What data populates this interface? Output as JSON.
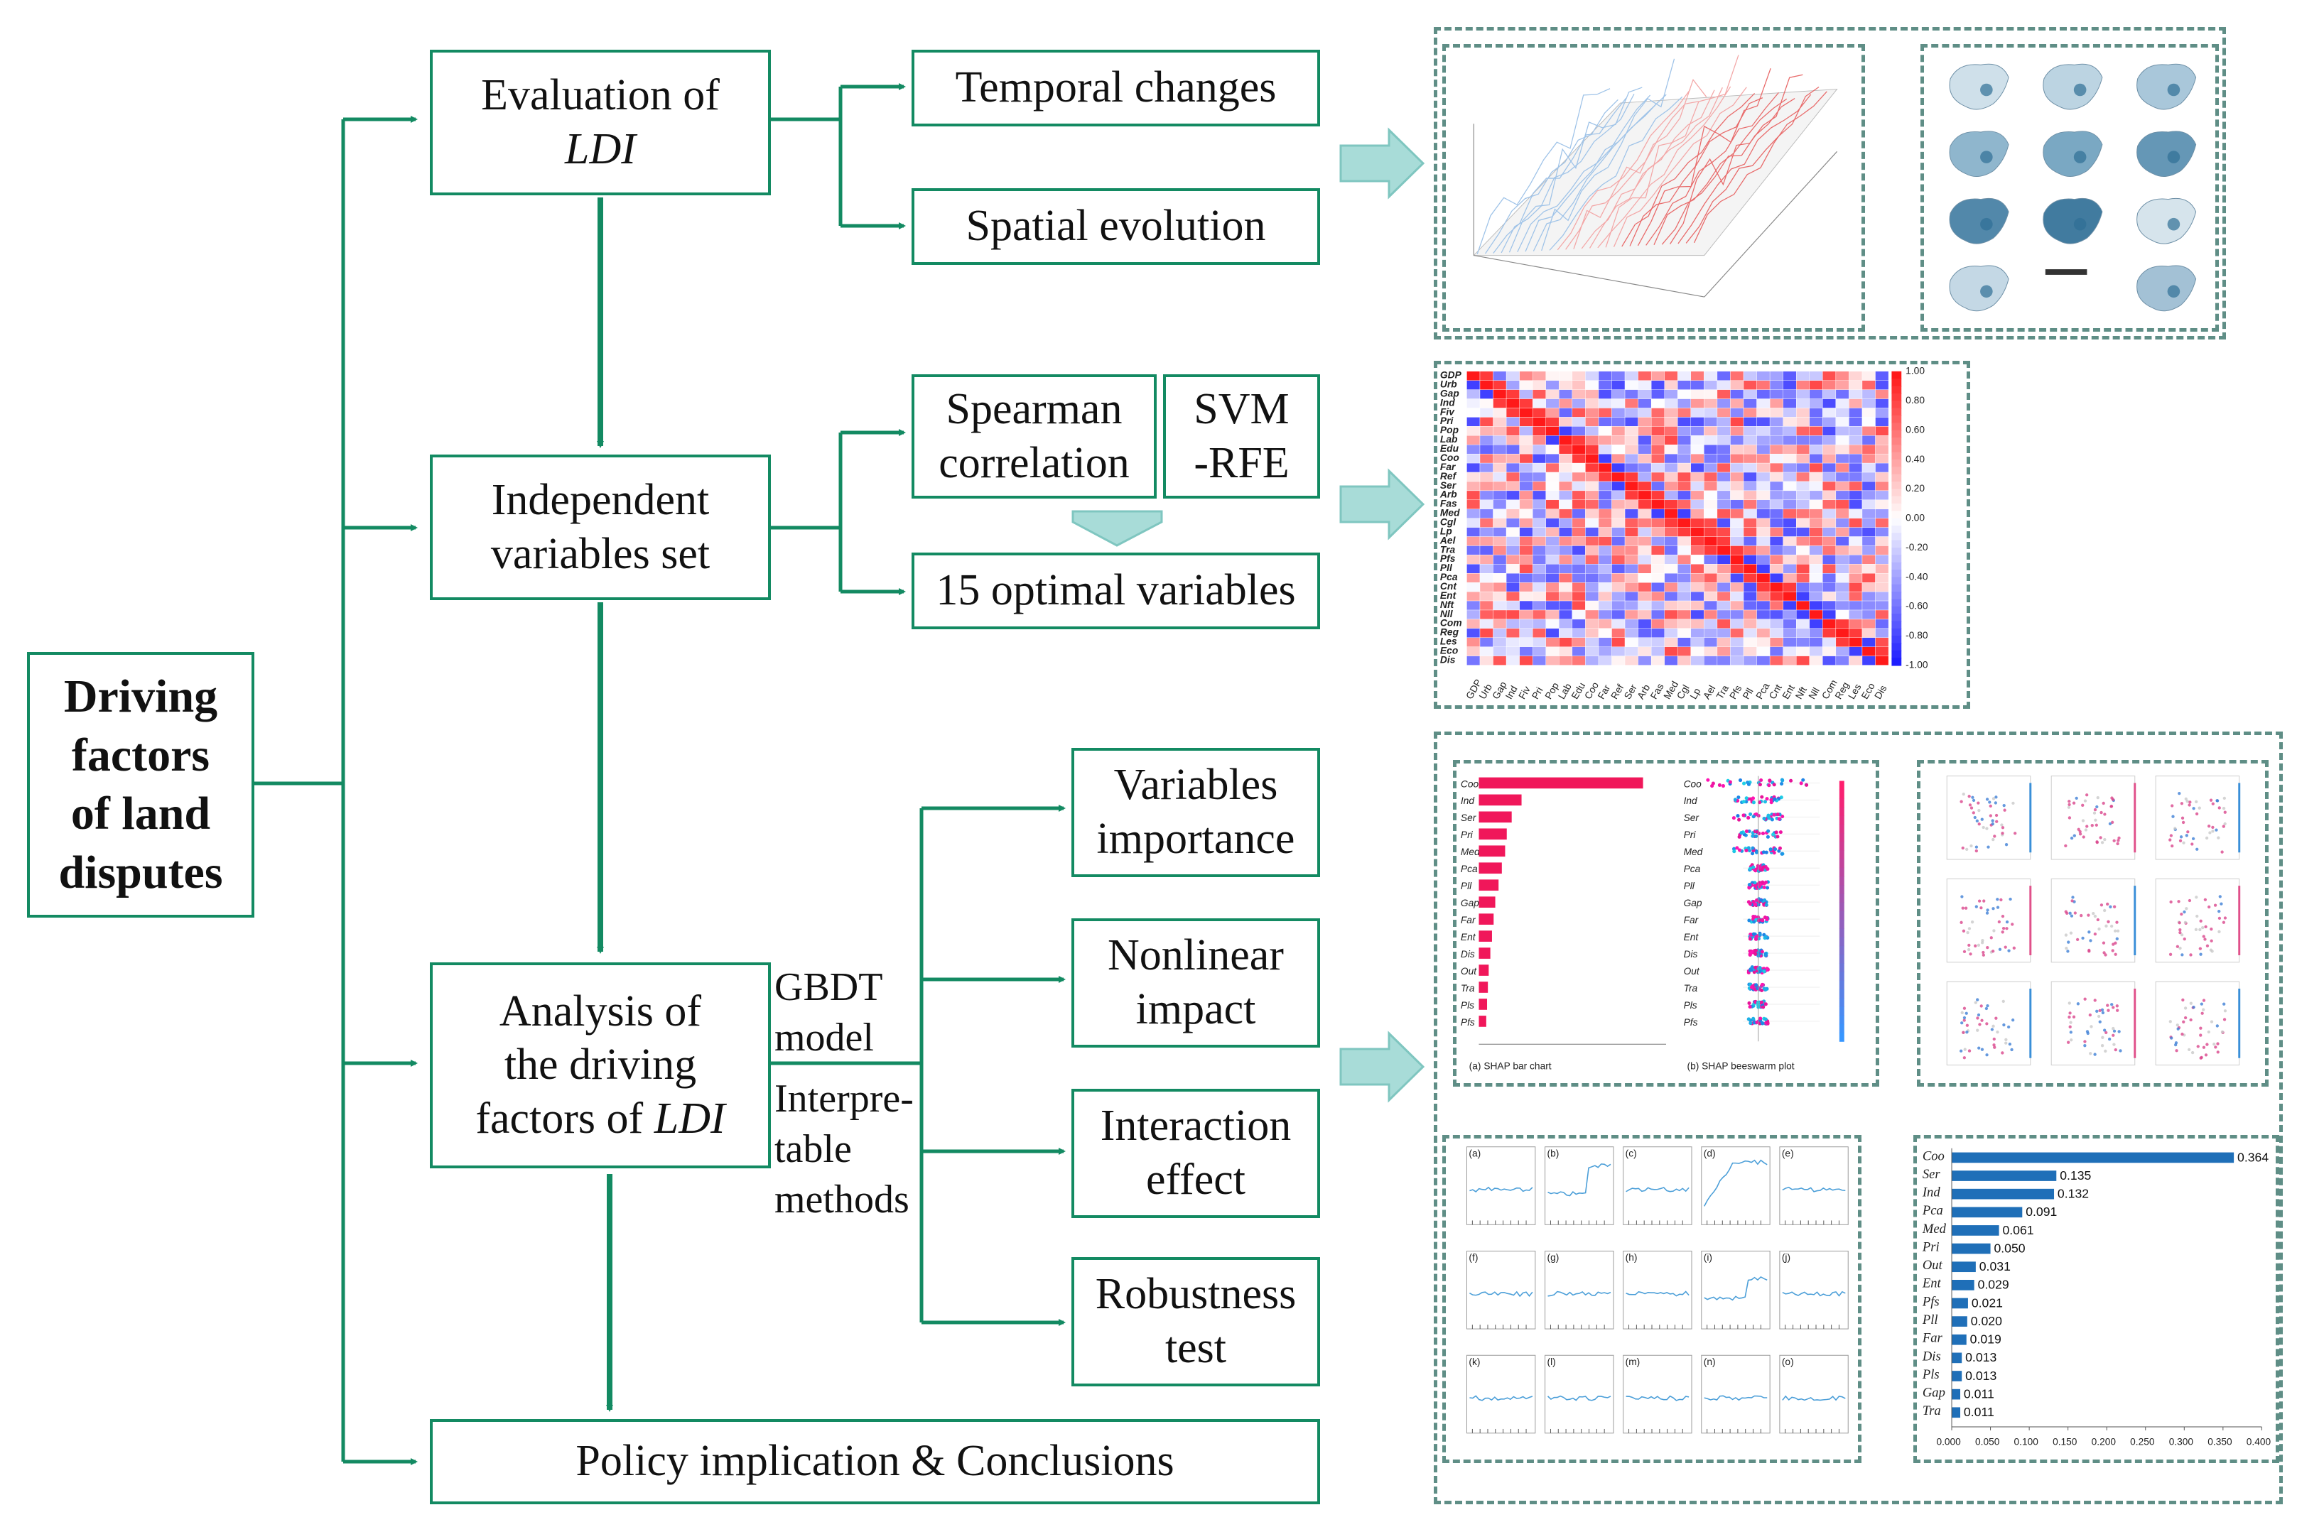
{
  "nodes": {
    "driving": [
      "Driving",
      "factors",
      "of land",
      "disputes"
    ],
    "evaluation": {
      "line1": "Evaluation of",
      "line2": "LDI"
    },
    "temporal": "Temporal changes",
    "spatial": "Spatial evolution",
    "independent": [
      "Independent",
      "variables set"
    ],
    "spearman": [
      "Spearman",
      "correlation"
    ],
    "svm": [
      "SVM",
      "-RFE"
    ],
    "optimal": "15 optimal variables",
    "analysis": {
      "line1": "Analysis of",
      "line2": "the driving",
      "line3": "factors of ",
      "line3_italic": "LDI"
    },
    "importance": [
      "Variables",
      "importance"
    ],
    "nonlinear": [
      "Nonlinear",
      "impact"
    ],
    "interaction": [
      "Interaction",
      "effect"
    ],
    "robust": [
      "Robustness",
      "test"
    ],
    "policy": "Policy implication & Conclusions"
  },
  "labels": {
    "gbdt": [
      "GBDT",
      "model"
    ],
    "interp": [
      "Interpre-",
      "table",
      "methods"
    ]
  },
  "colors": {
    "connector": "#138a62",
    "arrow_fill": "#a8dcd8",
    "panel_border": "#5f8e86",
    "corr_pos": "#e0141e",
    "corr_neg": "#1a2fb8",
    "shap_bar": "#f0175a",
    "importance_bar": "#1f6fb8"
  },
  "panels": {
    "corr_vars": [
      "GDP",
      "Urb",
      "Gap",
      "Ind",
      "Fiv",
      "Pri",
      "Pop",
      "Lab",
      "Edu",
      "Coo",
      "Far",
      "Ref",
      "Ser",
      "Arb",
      "Fas",
      "Med",
      "Cgl",
      "Lp",
      "Ael",
      "Tra",
      "Pfs",
      "Pll",
      "Pca",
      "Cnt",
      "Ent",
      "Nft",
      "Nll",
      "Com",
      "Reg",
      "Les",
      "Eco",
      "Dis"
    ],
    "shap_vars": [
      "Coo",
      "Ind",
      "Ser",
      "Pri",
      "Med",
      "Pca",
      "Pll",
      "Gap",
      "Far",
      "Ent",
      "Dis",
      "Out",
      "Tra",
      "Pls",
      "Pfs"
    ],
    "shap_caption_a": "(a) SHAP bar chart",
    "shap_caption_b": "(b) SHAP beeswarm plot",
    "pdp_letters": [
      "(a)",
      "(b)",
      "(c)",
      "(d)",
      "(e)",
      "(f)",
      "(g)",
      "(h)",
      "(i)",
      "(j)",
      "(k)",
      "(l)",
      "(m)",
      "(n)",
      "(o)"
    ]
  },
  "chart_data": {
    "type": "bar",
    "categories": [
      "Coo",
      "Ser",
      "Ind",
      "Pca",
      "Med",
      "Pri",
      "Out",
      "Ent",
      "Pfs",
      "Pll",
      "Far",
      "Dis",
      "Pls",
      "Gap",
      "Tra"
    ],
    "values": [
      0.364,
      0.135,
      0.132,
      0.091,
      0.061,
      0.05,
      0.031,
      0.029,
      0.021,
      0.02,
      0.019,
      0.013,
      0.013,
      0.011,
      0.011
    ],
    "value_labels": [
      "0.364",
      "0.135",
      "0.132",
      "0.091",
      "0.061",
      "0.050",
      "0.031",
      "0.029",
      "0.021",
      "0.020",
      "0.019",
      "0.013",
      "0.013",
      "0.011",
      "0.011"
    ],
    "xticks": [
      "0.000",
      "0.050",
      "0.100",
      "0.150",
      "0.200",
      "0.250",
      "0.300",
      "0.350",
      "0.400"
    ],
    "xlim": [
      0,
      0.4
    ],
    "orientation": "horizontal"
  }
}
